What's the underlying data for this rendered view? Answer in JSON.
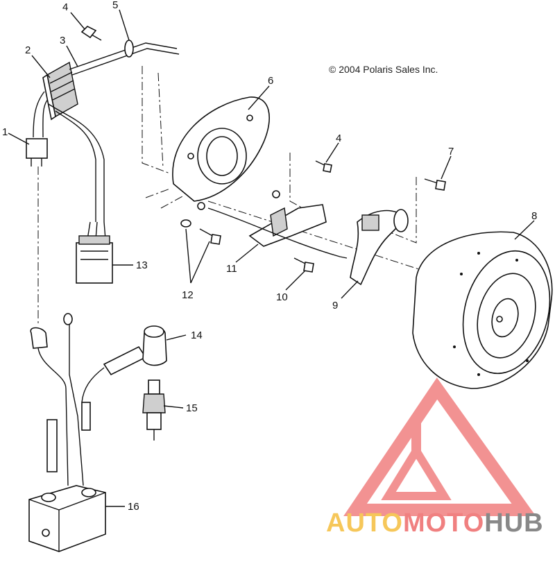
{
  "copyright": "© 2004 Polaris Sales Inc.",
  "callouts": [
    {
      "id": "1",
      "text": "1"
    },
    {
      "id": "2",
      "text": "2"
    },
    {
      "id": "3",
      "text": "3"
    },
    {
      "id": "4a",
      "text": "4"
    },
    {
      "id": "5",
      "text": "5"
    },
    {
      "id": "6",
      "text": "6"
    },
    {
      "id": "4b",
      "text": "4"
    },
    {
      "id": "7",
      "text": "7"
    },
    {
      "id": "8",
      "text": "8"
    },
    {
      "id": "9",
      "text": "9"
    },
    {
      "id": "10",
      "text": "10"
    },
    {
      "id": "11",
      "text": "11"
    },
    {
      "id": "12",
      "text": "12"
    },
    {
      "id": "13",
      "text": "13"
    },
    {
      "id": "14",
      "text": "14"
    },
    {
      "id": "15",
      "text": "15"
    },
    {
      "id": "16",
      "text": "16"
    }
  ],
  "watermark": {
    "part1": "AUTO",
    "part2": "MOTO",
    "part3": "HUB",
    "color_yellow": "#f6c75a",
    "color_red": "#f08080",
    "color_gray": "#888888"
  }
}
